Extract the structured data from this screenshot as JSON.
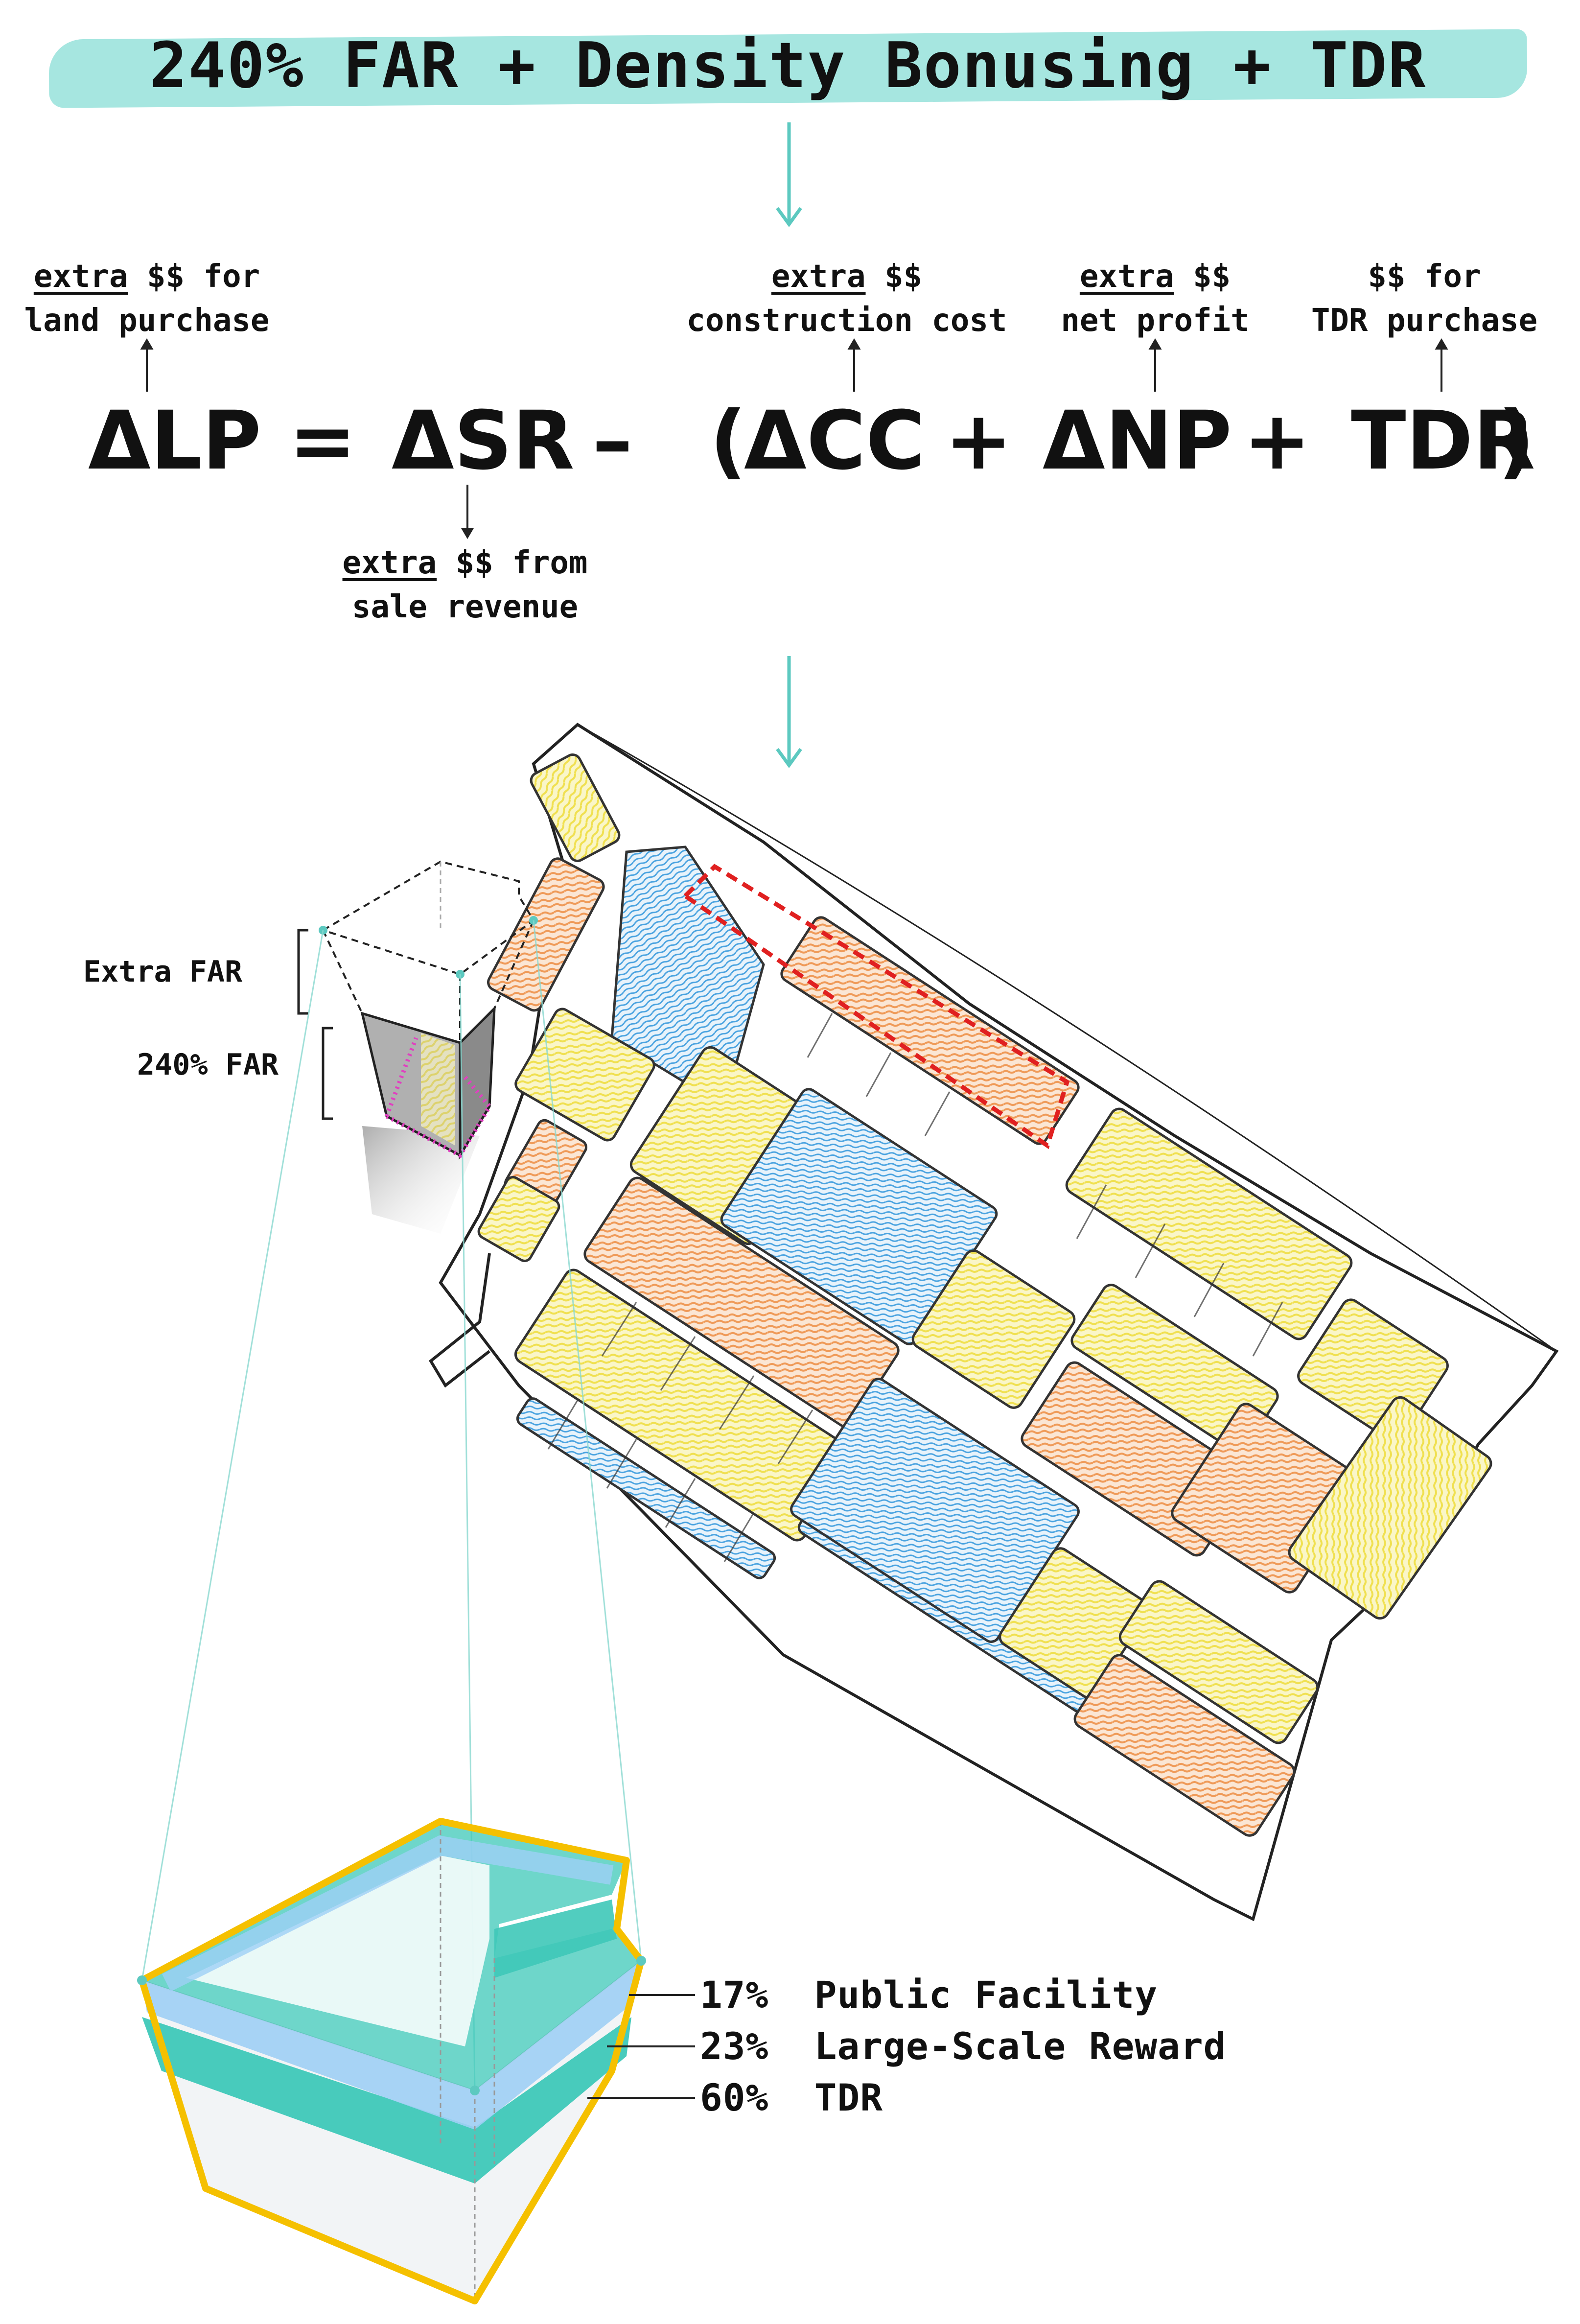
{
  "title": "240% FAR + Density Bonusing + TDR",
  "annotations": {
    "lp": {
      "line1_under": "extra",
      "line1_rest": " $$ for",
      "line2": "land purchase"
    },
    "cc": {
      "line1_under": "extra",
      "line1_rest": " $$",
      "line2": "construction cost"
    },
    "np": {
      "line1_under": "extra",
      "line1_rest": " $$",
      "line2": "net profit"
    },
    "tdr": {
      "line1": "$$ for",
      "line2": "TDR purchase"
    },
    "sr": {
      "line1_under": "extra",
      "line1_rest": " $$ from",
      "line2": "sale revenue"
    }
  },
  "equation": {
    "lp": "ΔLP",
    "equals": "=",
    "sr": "ΔSR",
    "minus": "–",
    "open": "(",
    "cc": "ΔCC",
    "plus1": "+",
    "np": "ΔNP",
    "plus2": "+",
    "tdr": "TDR",
    "close": ")"
  },
  "tower_labels": {
    "extra_far": "Extra FAR",
    "base_far": "240% FAR"
  },
  "breakdown": [
    {
      "pct": "17%",
      "label": "Public Facility"
    },
    {
      "pct": "23%",
      "label": "Large-Scale Reward"
    },
    {
      "pct": "60%",
      "label": "TDR"
    }
  ],
  "colors": {
    "title_band": "#a6e6e0",
    "arrow": "#5cc9c0",
    "residential_yellow": "#f5ea6a",
    "commercial_orange": "#f0a060",
    "open_space_blue": "#4aa3e0",
    "highlight_red": "#e02020",
    "outline_gold": "#f5c000",
    "teal_layer": "#3ec8b8",
    "blue_layer": "#9ecff5",
    "magenta_dots": "#e040c0"
  }
}
